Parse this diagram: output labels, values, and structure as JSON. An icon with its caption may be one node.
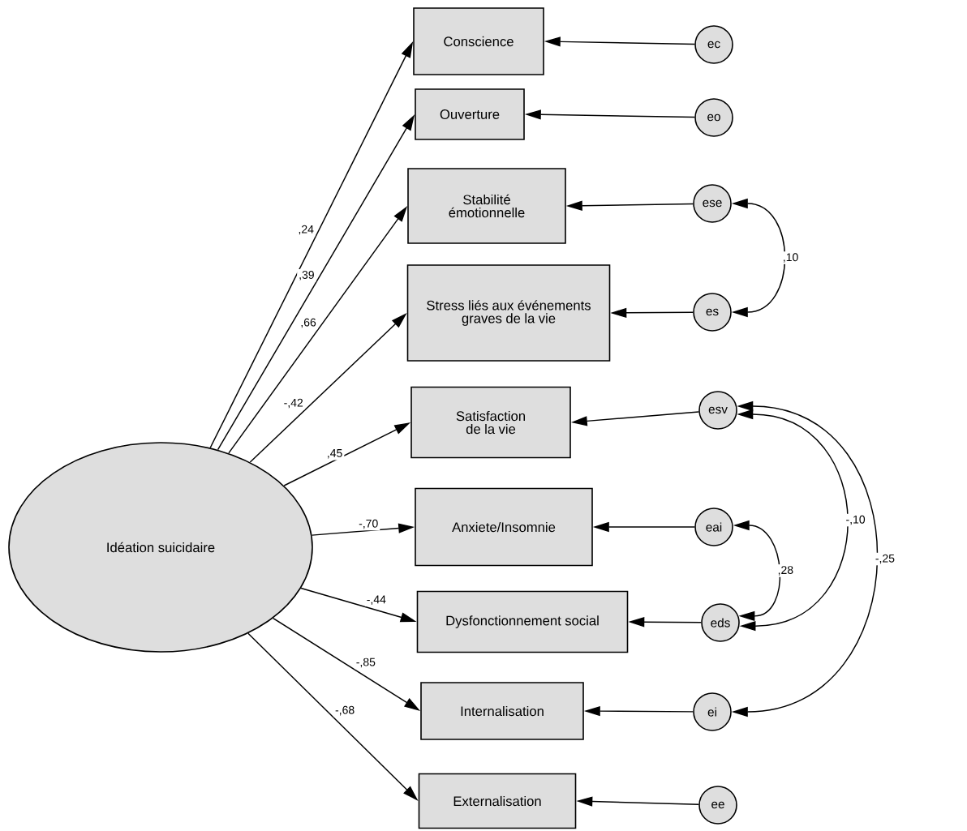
{
  "diagram": {
    "nodes": [
      {
        "text": [
          "Idéation suicidaire"
        ]
      },
      {
        "text": [
          "Conscience"
        ]
      },
      {
        "text": [
          "Ouverture"
        ]
      },
      {
        "text": [
          "Stabilité émotionnelle"
        ]
      },
      {
        "text": [
          "Stress liés aux événements graves de la vie"
        ]
      },
      {
        "text": [
          "Satisfaction de la vie"
        ]
      },
      {
        "text": [
          "Anxiete/Insomnie"
        ]
      },
      {
        "text": [
          "Dysfonctionnement social"
        ]
      },
      {
        "text": [
          "Internalisation"
        ]
      },
      {
        "text": [
          "Externalisation"
        ]
      },
      {
        "text": [
          "ec"
        ]
      },
      {
        "text": [
          "eo"
        ]
      },
      {
        "text": [
          "ese"
        ]
      },
      {
        "text": [
          "es"
        ]
      },
      {
        "text": [
          "esv"
        ]
      },
      {
        "text": [
          "eai"
        ]
      },
      {
        "text": [
          "eds"
        ]
      },
      {
        "text": [
          "ei"
        ]
      },
      {
        "text": [
          "ee"
        ]
      }
    ],
    "edges": [
      {
        "from": 0,
        "to": 1,
        "arrow": "to",
        "label": ",24"
      },
      {
        "from": 0,
        "to": 2,
        "arrow": "to",
        "label": ",39"
      },
      {
        "from": 0,
        "to": 3,
        "arrow": "to",
        "label": ",66"
      },
      {
        "from": 0,
        "to": 4,
        "arrow": "to",
        "label": "-,42"
      },
      {
        "from": 0,
        "to": 5,
        "arrow": "to",
        "label": ",45"
      },
      {
        "from": 0,
        "to": 6,
        "arrow": "to",
        "label": "-,70"
      },
      {
        "from": 0,
        "to": 7,
        "arrow": "to",
        "label": "-,44"
      },
      {
        "from": 0,
        "to": 8,
        "arrow": "to",
        "label": "-,85"
      },
      {
        "from": 0,
        "to": 9,
        "arrow": "to",
        "label": "-,68"
      },
      {
        "from": 10,
        "to": 1,
        "arrow": "to"
      },
      {
        "from": 11,
        "to": 2,
        "arrow": "to"
      },
      {
        "from": 12,
        "to": 3,
        "arrow": "to"
      },
      {
        "from": 13,
        "to": 4,
        "arrow": "to"
      },
      {
        "from": 14,
        "to": 5,
        "arrow": "to"
      },
      {
        "from": 15,
        "to": 6,
        "arrow": "to"
      },
      {
        "from": 16,
        "to": 7,
        "arrow": "to"
      },
      {
        "from": 17,
        "to": 8,
        "arrow": "to"
      },
      {
        "from": 18,
        "to": 9,
        "arrow": "to"
      },
      {
        "from": 12,
        "to": 13,
        "arrow": "both",
        "label": ",10"
      },
      {
        "from": 14,
        "to": 16,
        "arrow": "both",
        "label": "-,10"
      },
      {
        "from": 15,
        "to": 16,
        "arrow": "both",
        "label": ",28"
      },
      {
        "from": 14,
        "to": 17,
        "arrow": "both",
        "label": "-,25"
      }
    ]
  }
}
